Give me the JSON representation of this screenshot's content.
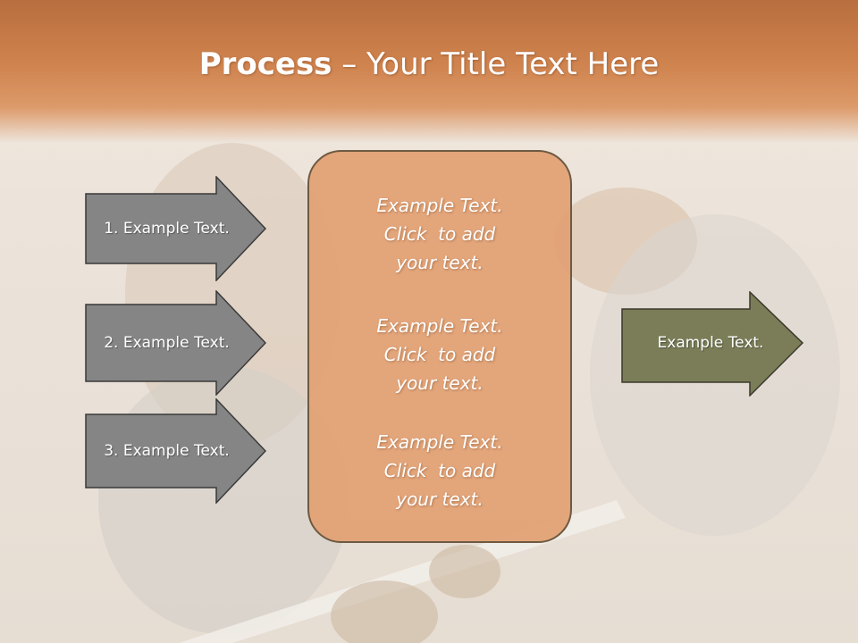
{
  "title": {
    "bold": "Process",
    "rest": " – Your Title Text Here"
  },
  "left_arrows": [
    {
      "label": "1. Example Text."
    },
    {
      "label": "2. Example Text."
    },
    {
      "label": "3. Example Text."
    }
  ],
  "center_box": {
    "blocks": [
      {
        "line1": "Example Text.",
        "line2": "Click  to add",
        "line3": "your text."
      },
      {
        "line1": "Example Text.",
        "line2": "Click  to add",
        "line3": "your text."
      },
      {
        "line1": "Example Text.",
        "line2": "Click  to add",
        "line3": "your text."
      }
    ]
  },
  "right_arrow": {
    "label": "Example Text."
  },
  "colors": {
    "header": "#cf834e",
    "left_arrow_fill": "#858585",
    "center_box_fill": "#e2a072",
    "right_arrow_fill": "#7a7d57"
  }
}
